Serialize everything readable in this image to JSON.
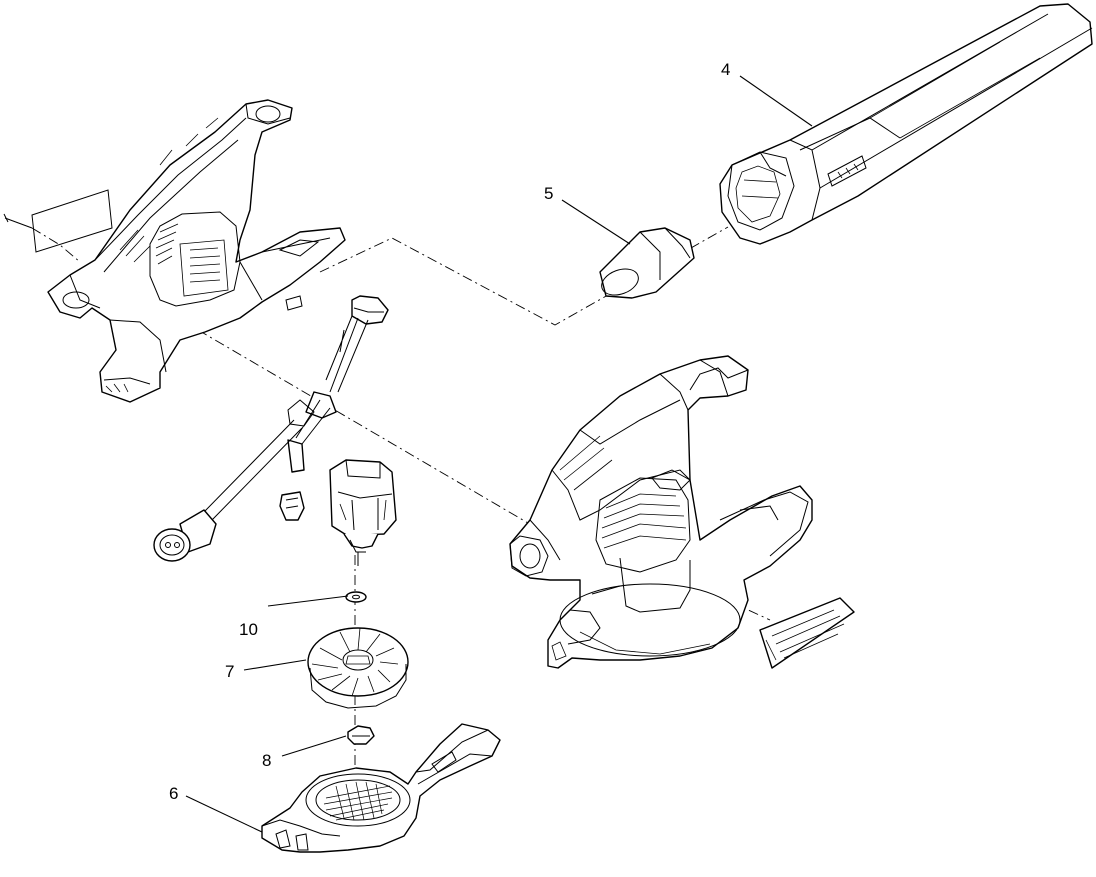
{
  "callouts": {
    "part_4": "4",
    "part_5": "5",
    "part_6": "6",
    "part_7": "7",
    "part_8": "8",
    "part_10": "10"
  },
  "colors": {
    "line": "#000000",
    "background": "#ffffff"
  }
}
